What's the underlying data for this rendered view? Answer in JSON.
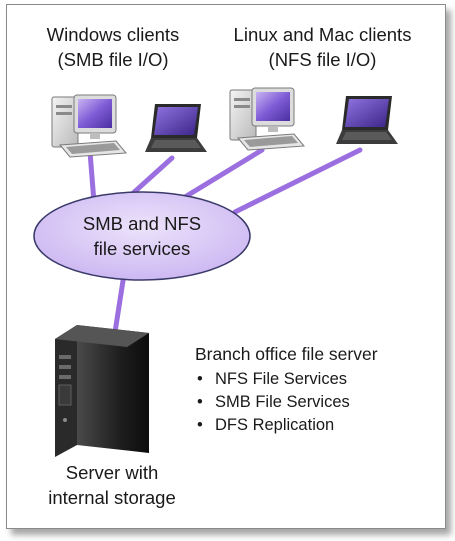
{
  "groups": {
    "windows": {
      "line1": "Windows clients",
      "line2": "(SMB file I/O)"
    },
    "unix": {
      "line1": "Linux and Mac clients",
      "line2": "(NFS file I/O)"
    }
  },
  "services": {
    "line1": "SMB and NFS",
    "line2": "file services"
  },
  "branch": {
    "title": "Branch office file server",
    "bullet": "•",
    "items": [
      "NFS File Services",
      "SMB File Services",
      "DFS Replication"
    ]
  },
  "server": {
    "line1": "Server with",
    "line2": "internal storage"
  },
  "colors": {
    "link": "#9b6fe0",
    "ellipse_fill": "#d8c8f5",
    "ellipse_stroke": "#3a3a6a",
    "frame_border": "#8a8a8a"
  },
  "icons": [
    "desktop-pc-icon",
    "laptop-icon",
    "tower-server-icon"
  ]
}
